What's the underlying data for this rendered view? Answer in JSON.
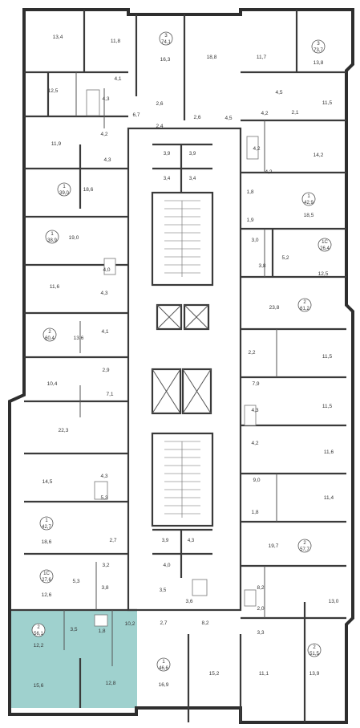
{
  "highlight_color": "#8ec9c6",
  "rooms": [
    "13,4",
    "11,8",
    "16,3",
    "18,8",
    "11,7",
    "13,8",
    "12,5",
    "4,1",
    "4,3",
    "6,7",
    "2,6",
    "2,4",
    "2,6",
    "4,5",
    "4,5",
    "11,5",
    "4,2",
    "2,1",
    "11,9",
    "4,2",
    "4,3",
    "4,2",
    "14,2",
    "4,2",
    "18,6",
    "1,8",
    "18,5",
    "1,9",
    "19,0",
    "3,0",
    "5,2",
    "12,5",
    "3,8",
    "4,0",
    "11,6",
    "4,3",
    "23,8",
    "13,6",
    "4,1",
    "2,2",
    "11,5",
    "2,9",
    "10,4",
    "7,1",
    "7,9",
    "11,5",
    "22,3",
    "4,3",
    "4,2",
    "14,5",
    "4,3",
    "9,0",
    "11,6",
    "5,3",
    "11,4",
    "1,8",
    "18,6",
    "2,7",
    "19,7",
    "3,2",
    "12,6",
    "5,3",
    "3,8",
    "4,0",
    "8,2",
    "13,0",
    "2,0",
    "3,3",
    "12,2",
    "3,5",
    "1,8",
    "10,2",
    "2,7",
    "8,2",
    "3,6",
    "15,6",
    "12,8",
    "16,9",
    "15,2",
    "11,1",
    "13,9",
    "3,9",
    "3,9",
    "3,4",
    "3,4",
    "3,9",
    "4,3",
    "3,5"
  ],
  "units": [
    {
      "rooms": "3",
      "area": "74,1"
    },
    {
      "rooms": "3",
      "area": "73,7"
    },
    {
      "rooms": "1",
      "area": "39,0"
    },
    {
      "rooms": "1",
      "area": "42,9"
    },
    {
      "rooms": "1",
      "area": "38,9"
    },
    {
      "rooms": "1С",
      "area": "26,4"
    },
    {
      "rooms": "2",
      "area": "61,2"
    },
    {
      "rooms": "2",
      "area": "60,4"
    },
    {
      "rooms": "1",
      "area": "42,7"
    },
    {
      "rooms": "2",
      "area": "57,7"
    },
    {
      "rooms": "1С",
      "area": "27,6"
    },
    {
      "rooms": "2",
      "area": "56,1"
    },
    {
      "rooms": "1",
      "area": "46,6"
    },
    {
      "rooms": "2",
      "area": "51,5"
    }
  ]
}
